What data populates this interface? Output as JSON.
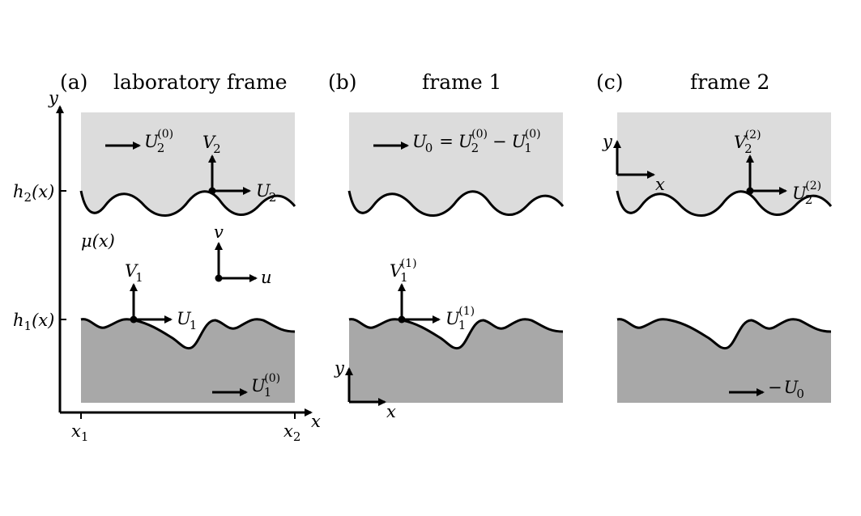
{
  "colors": {
    "upper_fluid": "#dcdcdc",
    "lower_fluid": "#a8a8a8",
    "stroke": "#000000",
    "background": "#ffffff"
  },
  "panels": {
    "a": {
      "tag": "(a)",
      "title": "laboratory frame"
    },
    "b": {
      "tag": "(b)",
      "title": "frame 1"
    },
    "c": {
      "tag": "(c)",
      "title": "frame 2"
    }
  },
  "labels": {
    "y": "y",
    "x": "x",
    "h2": "h",
    "h2_sub": "2",
    "h_arg": "(x)",
    "h1": "h",
    "h1_sub": "1",
    "mu": "μ(x)",
    "u": "u",
    "v": "v",
    "x1": "x",
    "x1_sub": "1",
    "x2": "x",
    "x2_sub": "2",
    "U": "U",
    "V": "V",
    "one": "1",
    "two": "2",
    "zero": "0",
    "sup0": "(0)",
    "sup1": "(1)",
    "sup2": "(2)",
    "eq": "=",
    "minus": "−"
  }
}
